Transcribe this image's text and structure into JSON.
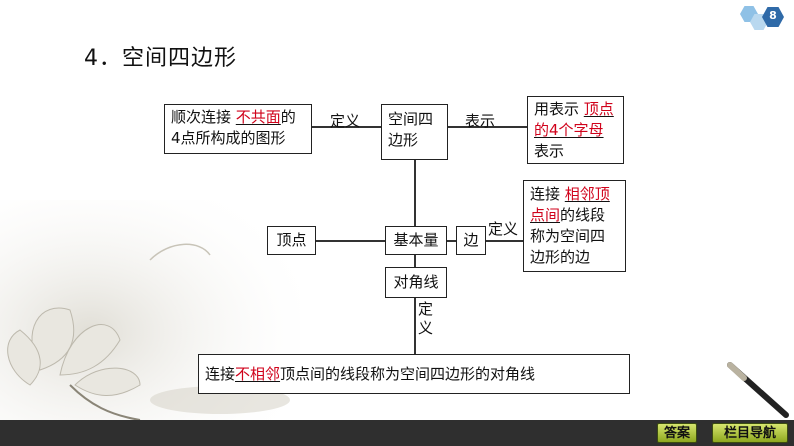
{
  "page": {
    "number": "8"
  },
  "heading": "4．空间四边形",
  "nodes": {
    "definition": {
      "line1_a": "顺次连接 ",
      "line1_red": "不共面",
      "line1_b": "的",
      "line2": "4点所构成的图形"
    },
    "center": {
      "line1": "空间四",
      "line2": "边形"
    },
    "notation": {
      "a": "用表示 ",
      "red1": "顶点",
      "red2": "的4个字母",
      "b": "表示"
    },
    "basic": "基本量",
    "vertex": "顶点",
    "edge": "边",
    "edge_def": {
      "a": "连接 ",
      "red1": "相邻顶",
      "red2": "点间",
      "b": "的线段",
      "line3": "称为空间四",
      "line4": "边形的边"
    },
    "diagonal": "对角线",
    "diagonal_def": {
      "a": "连接",
      "red": "不相邻",
      "b": "顶点间的线段称为空间四边形的对角线"
    }
  },
  "edge_labels": {
    "definition": "定义",
    "notation": "表示",
    "edge_definition": "定义",
    "diagonal_def_1": "定",
    "diagonal_def_2": "义"
  },
  "footer": {
    "answer_button": "答案",
    "nav_button": "栏目导航"
  },
  "colors": {
    "emphasis": "#d0021b",
    "footer_bar": "#2f2f2f",
    "button": "#b5cc3a",
    "page_badge": "#2f6aa8"
  }
}
